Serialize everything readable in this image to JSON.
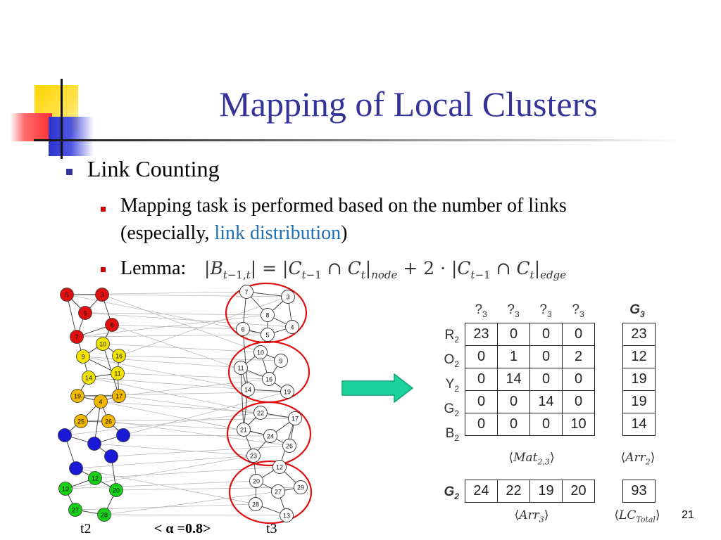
{
  "slide": {
    "title": "Mapping of Local Clusters",
    "page_number": "21"
  },
  "bullets": {
    "level1": "Link Counting",
    "level2_line1": "Mapping task is performed based on the number of links",
    "level2_line2_prefix": "(especially, ",
    "level2_line2_link": "link distribution",
    "level2_line2_suffix": ")",
    "lemma_label": "Lemma:",
    "lemma_formula": "|Bt−1,t| = |Ct−1 ∩ Ct|node + 2 · |Ct−1 ∩ Ct|edge"
  },
  "figure": {
    "caption_left": "t2",
    "caption_mid": "< α =0.8>",
    "caption_right": "t3",
    "colors": {
      "red": "#e01010",
      "yellow": "#f2e400",
      "orange": "#f2b800",
      "blue": "#1a1ad6",
      "green": "#18d018",
      "cluster_outline": "#e01010",
      "arrow": "#1ad39a"
    },
    "left_nodes": [
      {
        "label": "5",
        "group": "red"
      },
      {
        "label": "3",
        "group": "red"
      },
      {
        "label": "6",
        "group": "red"
      },
      {
        "label": "8",
        "group": "red"
      },
      {
        "label": "7",
        "group": "red"
      },
      {
        "label": "10",
        "group": "yellow"
      },
      {
        "label": "9",
        "group": "yellow"
      },
      {
        "label": "16",
        "group": "yellow"
      },
      {
        "label": "11",
        "group": "yellow"
      },
      {
        "label": "14",
        "group": "yellow"
      },
      {
        "label": "19",
        "group": "orange"
      },
      {
        "label": "17",
        "group": "orange"
      },
      {
        "label": "4",
        "group": "orange"
      },
      {
        "label": "25",
        "group": "orange"
      },
      {
        "label": "26",
        "group": "orange"
      },
      {
        "label": "",
        "group": "blue"
      },
      {
        "label": "",
        "group": "blue"
      },
      {
        "label": "",
        "group": "blue"
      },
      {
        "label": "",
        "group": "blue"
      },
      {
        "label": "",
        "group": "blue"
      },
      {
        "label": "12",
        "group": "green"
      },
      {
        "label": "13",
        "group": "green"
      },
      {
        "label": "20",
        "group": "green"
      },
      {
        "label": "27",
        "group": "green"
      },
      {
        "label": "28",
        "group": "green"
      }
    ],
    "right_nodes": [
      "7",
      "3",
      "8",
      "6",
      "5",
      "4",
      "10",
      "9",
      "11",
      "16",
      "14",
      "19",
      "22",
      "17",
      "21",
      "24",
      "26",
      "23",
      "12",
      "20",
      "29",
      "27",
      "28",
      "13"
    ]
  },
  "matrix": {
    "column_labels": [
      "?3",
      "?3",
      "?3",
      "?3"
    ],
    "g3_label": "G3",
    "rows": [
      {
        "label": "R2",
        "values": [
          "23",
          "0",
          "0",
          "0"
        ],
        "total": "23"
      },
      {
        "label": "O2",
        "values": [
          "0",
          "1",
          "0",
          "2"
        ],
        "total": "12"
      },
      {
        "label": "Y2",
        "values": [
          "0",
          "14",
          "0",
          "0"
        ],
        "total": "19"
      },
      {
        "label": "G2",
        "values": [
          "0",
          "0",
          "14",
          "0"
        ],
        "total": "19"
      },
      {
        "label": "B2",
        "values": [
          "0",
          "0",
          "0",
          "10"
        ],
        "total": "14"
      }
    ],
    "mat_label": "⟨Mat2,3⟩",
    "arr2_label": "⟨Arr2⟩",
    "g2_row": {
      "label": "G2",
      "values": [
        "24",
        "22",
        "19",
        "20"
      ],
      "total": "93"
    },
    "arr3_label": "⟨Arr3⟩",
    "lc_label": "⟨LCTotal⟩"
  }
}
